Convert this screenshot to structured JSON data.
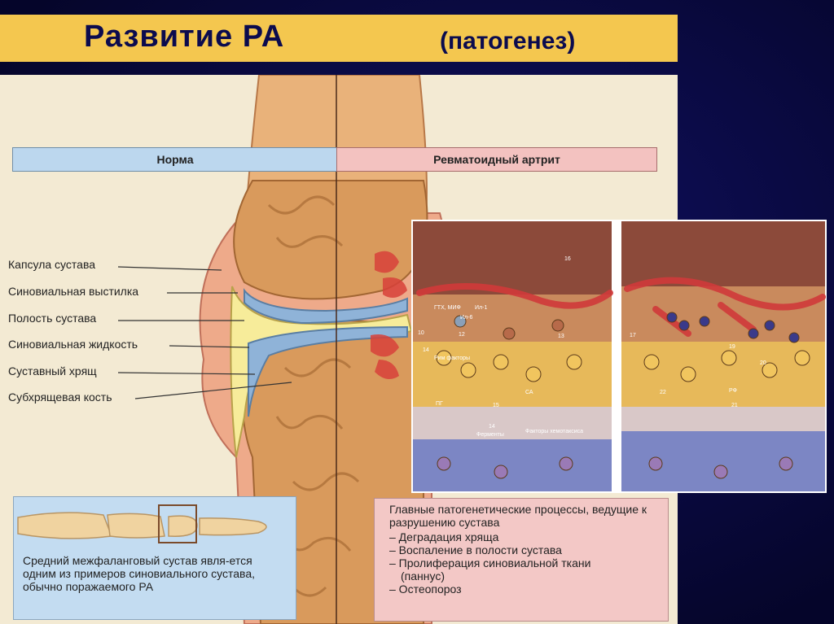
{
  "title": {
    "main": "Развитие РА",
    "sub": "(патогенез)"
  },
  "headers": {
    "normal": "Норма",
    "ra": "Ревматоидный артрит"
  },
  "labels": [
    "Капсула сустава",
    "Синовиальная выстилка",
    "Полость сустава",
    "Синовиальная жидкость",
    "Суставный хрящ",
    "Субхрящевая кость"
  ],
  "caption_left": "Средний межфаланговый сустав явля-ется одним из примеров синовиального сустава, обычно поражаемого РА",
  "caption_right": {
    "heading": "Главные патогенетические процессы, ведущие к разрушению сустава",
    "items": [
      "– Деградация хряща",
      "– Воспаление в полости сустава",
      "– Пролиферация синовиальной ткани",
      "(паннус)",
      "– Остеопороз"
    ]
  },
  "inset_labels": {
    "panel1": [
      "16",
      "13",
      "12",
      "10",
      "14",
      "15",
      "14",
      "СА",
      "ГТХ, МИФ",
      "Ил-1",
      "Ил-6",
      "Рим факторы",
      "ПГ",
      "Ферменты",
      "Факторы хемотаксиса"
    ],
    "panel2": [
      "17",
      "19",
      "20",
      "22",
      "21",
      "РФ"
    ]
  },
  "colors": {
    "background": "#0a0a3c",
    "title_bar": "#f4c74f",
    "title_text": "#0b0b4e",
    "panel": "#f3ead3",
    "normal_header": "#bcd7ee",
    "ra_header": "#f3c2c0"
  }
}
